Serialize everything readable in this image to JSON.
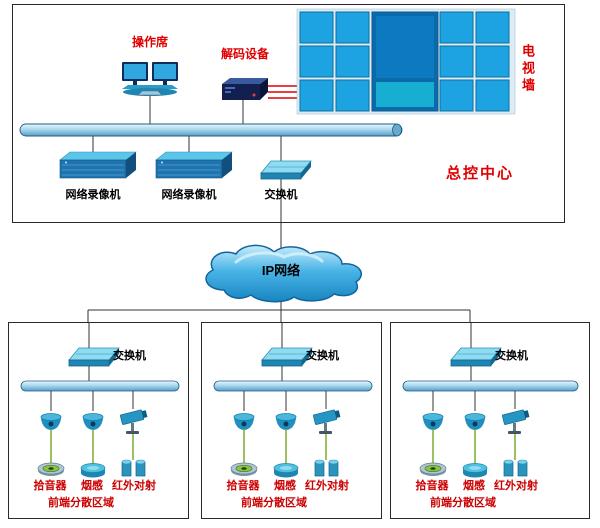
{
  "control_center": {
    "section_label": "总控中心",
    "operator_label": "操作席",
    "decoder_label": "解码设备",
    "tv_wall_label": "电视墙",
    "nvr1_label": "网络录像机",
    "nvr2_label": "网络录像机",
    "switch_label": "交换机"
  },
  "network": {
    "cloud_label": "IP网络"
  },
  "zones": [
    {
      "switch_label": "交换机",
      "pickup_label": "拾音器",
      "smoke_label": "烟感",
      "ir_label": "红外对射",
      "area_label": "前端分散区域"
    },
    {
      "switch_label": "交换机",
      "pickup_label": "拾音器",
      "smoke_label": "烟感",
      "ir_label": "红外对射",
      "area_label": "前端分散区域"
    },
    {
      "switch_label": "交换机",
      "pickup_label": "拾音器",
      "smoke_label": "烟感",
      "ir_label": "红外对射",
      "area_label": "前端分散区域"
    }
  ],
  "icons": {
    "workstation": "dual-monitor-workstation",
    "decoder": "decoder-device-box",
    "tv_wall": "monitor-wall-grid",
    "nvr": "rack-recorder",
    "switch": "network-switch-3d",
    "cloud": "ip-network-cloud",
    "dome_camera": "speed-dome-camera",
    "box_camera": "box-camera",
    "pickup": "audio-pickup-disc",
    "smoke_detector": "smoke-detector-disc",
    "ir_beam": "ir-beam-detectors"
  },
  "colors": {
    "label_red": "#e00000",
    "zone_label_red": "#cc0000",
    "line_black": "#333333",
    "video_link_red": "#e00000",
    "sensor_link_green": "#7aaa2e",
    "screen_blue": "#1da2e2",
    "bus_bar_blue": "#a8d8ee",
    "cloud_blue": "#2fa9e1",
    "device_blue": "#1f74b0"
  }
}
